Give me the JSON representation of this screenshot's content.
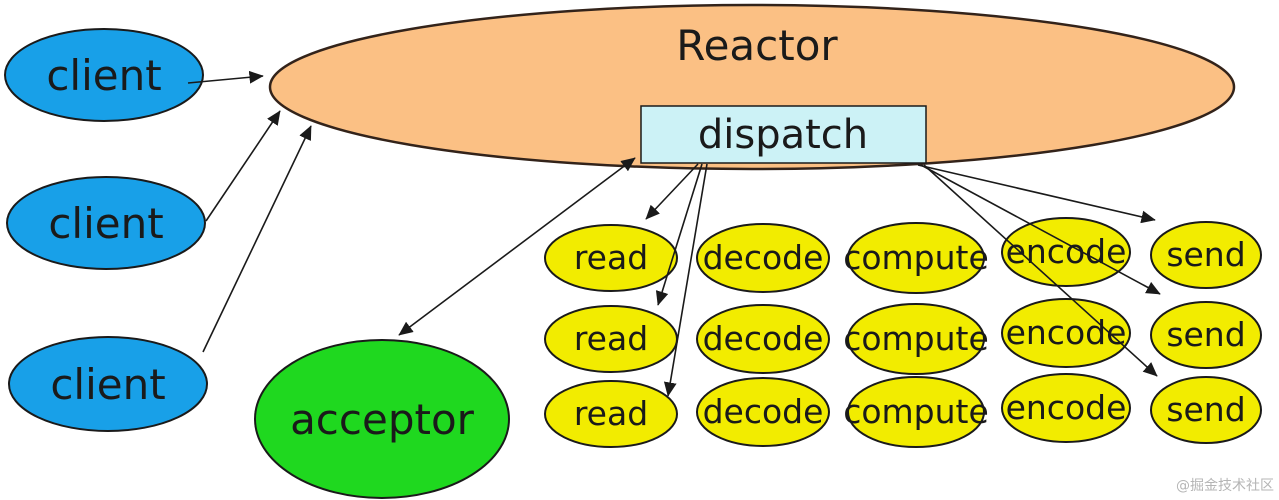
{
  "reactor": {
    "label": "Reactor"
  },
  "dispatch": {
    "label": "dispatch"
  },
  "acceptor": {
    "label": "acceptor"
  },
  "clients": [
    {
      "label": "client"
    },
    {
      "label": "client"
    },
    {
      "label": "client"
    }
  ],
  "handlers": {
    "columns": [
      "read",
      "decode",
      "compute",
      "encode",
      "send"
    ],
    "rows": [
      [
        "read",
        "decode",
        "compute",
        "encode",
        "send"
      ],
      [
        "read",
        "decode",
        "compute",
        "encode",
        "send"
      ],
      [
        "read",
        "decode",
        "compute",
        "encode",
        "send"
      ]
    ]
  },
  "watermark": {
    "text": "@掘金技术社区"
  },
  "colors": {
    "client_fill": "#18A0E8",
    "reactor_fill": "#FBC084",
    "reactor_stroke": "#33231a",
    "dispatch_fill": "#CCF2F6",
    "handler_fill": "#F2EC00",
    "acceptor_fill": "#1FD81F",
    "outline": "#1a1a1a",
    "line_color": "#1a1a1a",
    "text_color": "#1a1a1a",
    "watermark_color": "#b5b5b5"
  }
}
